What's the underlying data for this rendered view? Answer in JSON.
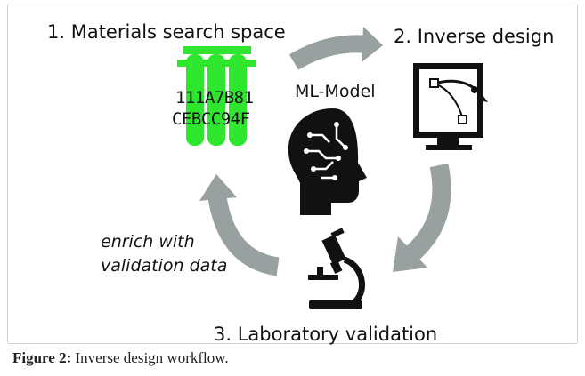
{
  "steps": {
    "step1": "1. Materials search space",
    "step2": "2. Inverse design",
    "step3": "3. Laboratory validation"
  },
  "model_label": "ML-Model",
  "tube_codes": [
    "111A7B81",
    "CEBCC94F"
  ],
  "feedback_label": [
    "enrich with",
    "validation data"
  ],
  "caption": {
    "prefix": "Figure 2:",
    "text": " Inverse design workflow."
  },
  "icons": [
    "test-tubes-icon",
    "monitor-bezier-icon",
    "brain-head-icon",
    "microscope-icon"
  ],
  "colors": {
    "tube_green": "#2ee62e",
    "arrow_gray": "#98a0a0",
    "icon_black": "#111111"
  }
}
